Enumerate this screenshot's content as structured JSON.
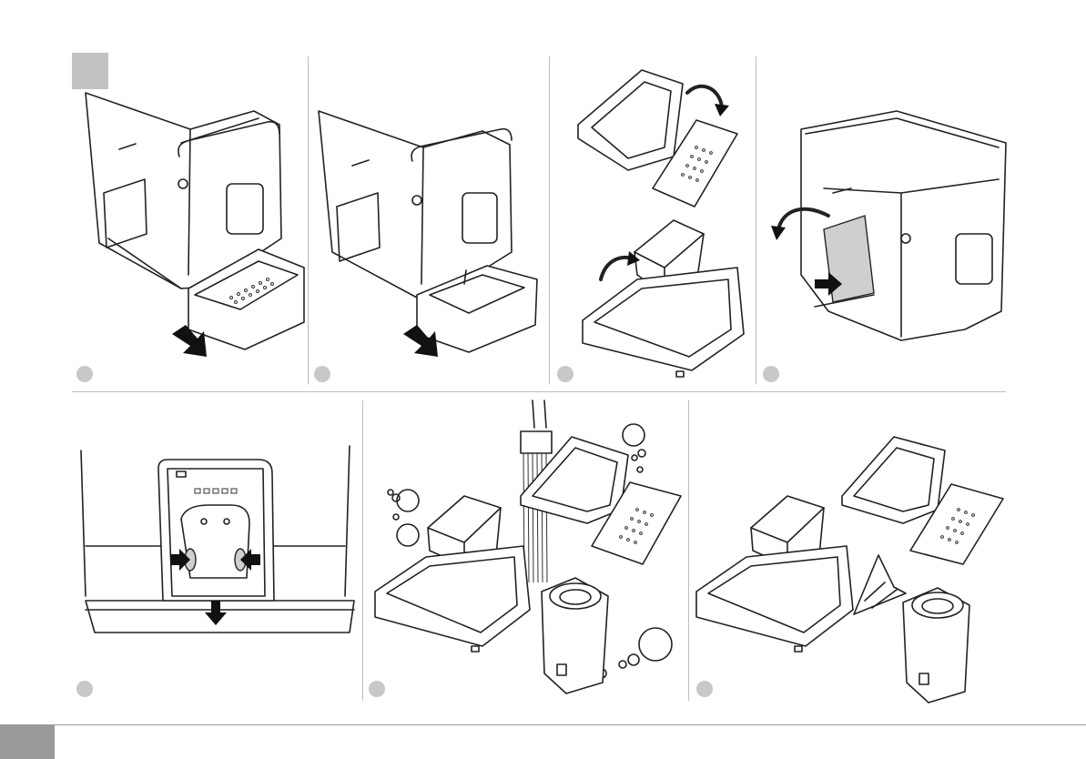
{
  "document": {
    "type": "instruction-illustration-sheet",
    "steps_top_row": 4,
    "steps_bottom_row": 3
  },
  "icons": {
    "step_badge": "step-number-badge",
    "corner_marker": "section-marker-square",
    "arrow": "direction-arrow"
  },
  "colors": {
    "badge": "#c8c8c8",
    "marker": "#c2c2c2",
    "footer_tab": "#9a9a9a",
    "line": "#222222"
  }
}
